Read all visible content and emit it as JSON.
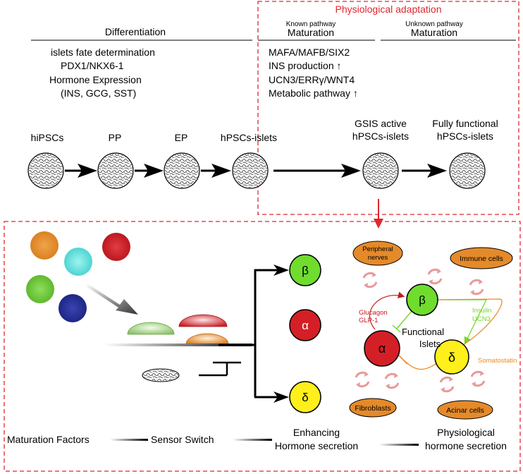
{
  "top": {
    "adaptation_title": "Physiological adaptation",
    "differentiation": {
      "heading": "Differentiation",
      "lines": [
        "islets fate determination",
        "PDX1/NKX6-1",
        "Hormone Expression",
        "(INS, GCG, SST)"
      ]
    },
    "known": {
      "sublabel": "Known pathway",
      "heading": "Maturation",
      "lines": [
        "MAFA/MAFB/SIX2",
        "INS production ↑",
        "UCN3/ERRγ/WNT4",
        "Metabolic pathway ↑"
      ]
    },
    "unknown": {
      "sublabel": "Unknown pathway",
      "heading": "Maturation"
    },
    "stages": {
      "hipscs": "hiPSCs",
      "pp": "PP",
      "ep": "EP",
      "islets": "hPSCs-islets",
      "gsis_1": "GSIS active",
      "gsis_2": "hPSCs-islets",
      "full_1": "Fully functional",
      "full_2": "hPSCs-islets"
    }
  },
  "bottom": {
    "cells": {
      "beta": "β",
      "alpha": "α",
      "delta": "δ"
    },
    "ovals": {
      "peripheral_1": "Peripheral",
      "peripheral_2": "nerves",
      "immune": "Immune cells",
      "fibroblasts": "Fibroblasts",
      "acinar": "Acinar cells"
    },
    "signals": {
      "glucagon": "Glucagon",
      "glp1": "GLP-1",
      "insulin": "Insulin",
      "ucn3": "UCN3",
      "somatostatin": "Somatostatin"
    },
    "functional_1": "Functional",
    "functional_2": "Islets",
    "labels": {
      "maturation_factors": "Maturation Factors",
      "sensor_switch": "Sensor Switch",
      "enhancing_1": "Enhancing",
      "enhancing_2": "Hormone secretion",
      "physiological_1": "Physiological",
      "physiological_2": "hormone secretion"
    }
  },
  "colors": {
    "dash_red": "#e0262d",
    "alpha_red": "#d41f26",
    "beta_green": "#6fdc2e",
    "delta_yellow": "#ffef1a",
    "oval_orange": "#e58a2a",
    "insulin_green": "#74d62a",
    "somatostatin_orange": "#ec8a24",
    "glucagon_red": "#c41a20"
  }
}
